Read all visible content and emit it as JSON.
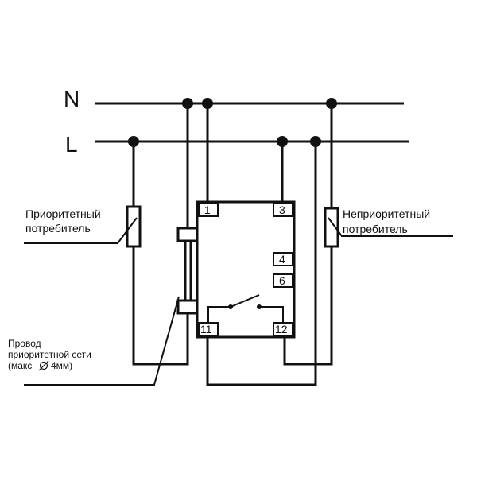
{
  "rails": {
    "n_label": "N",
    "l_label": "L"
  },
  "terminals": {
    "t1": "1",
    "t3": "3",
    "t4": "4",
    "t6": "6",
    "t11": "11",
    "t12": "12"
  },
  "labels": {
    "priority_consumer": [
      "Приоритетный",
      "потребитель"
    ],
    "nonpriority_consumer": [
      "Неприоритетный",
      "потребитель"
    ],
    "priority_wire": [
      "Провод",
      "приоритетной сети",
      "(макс",
      "4мм)"
    ]
  },
  "colors": {
    "line": "#111111",
    "background": "#ffffff"
  }
}
